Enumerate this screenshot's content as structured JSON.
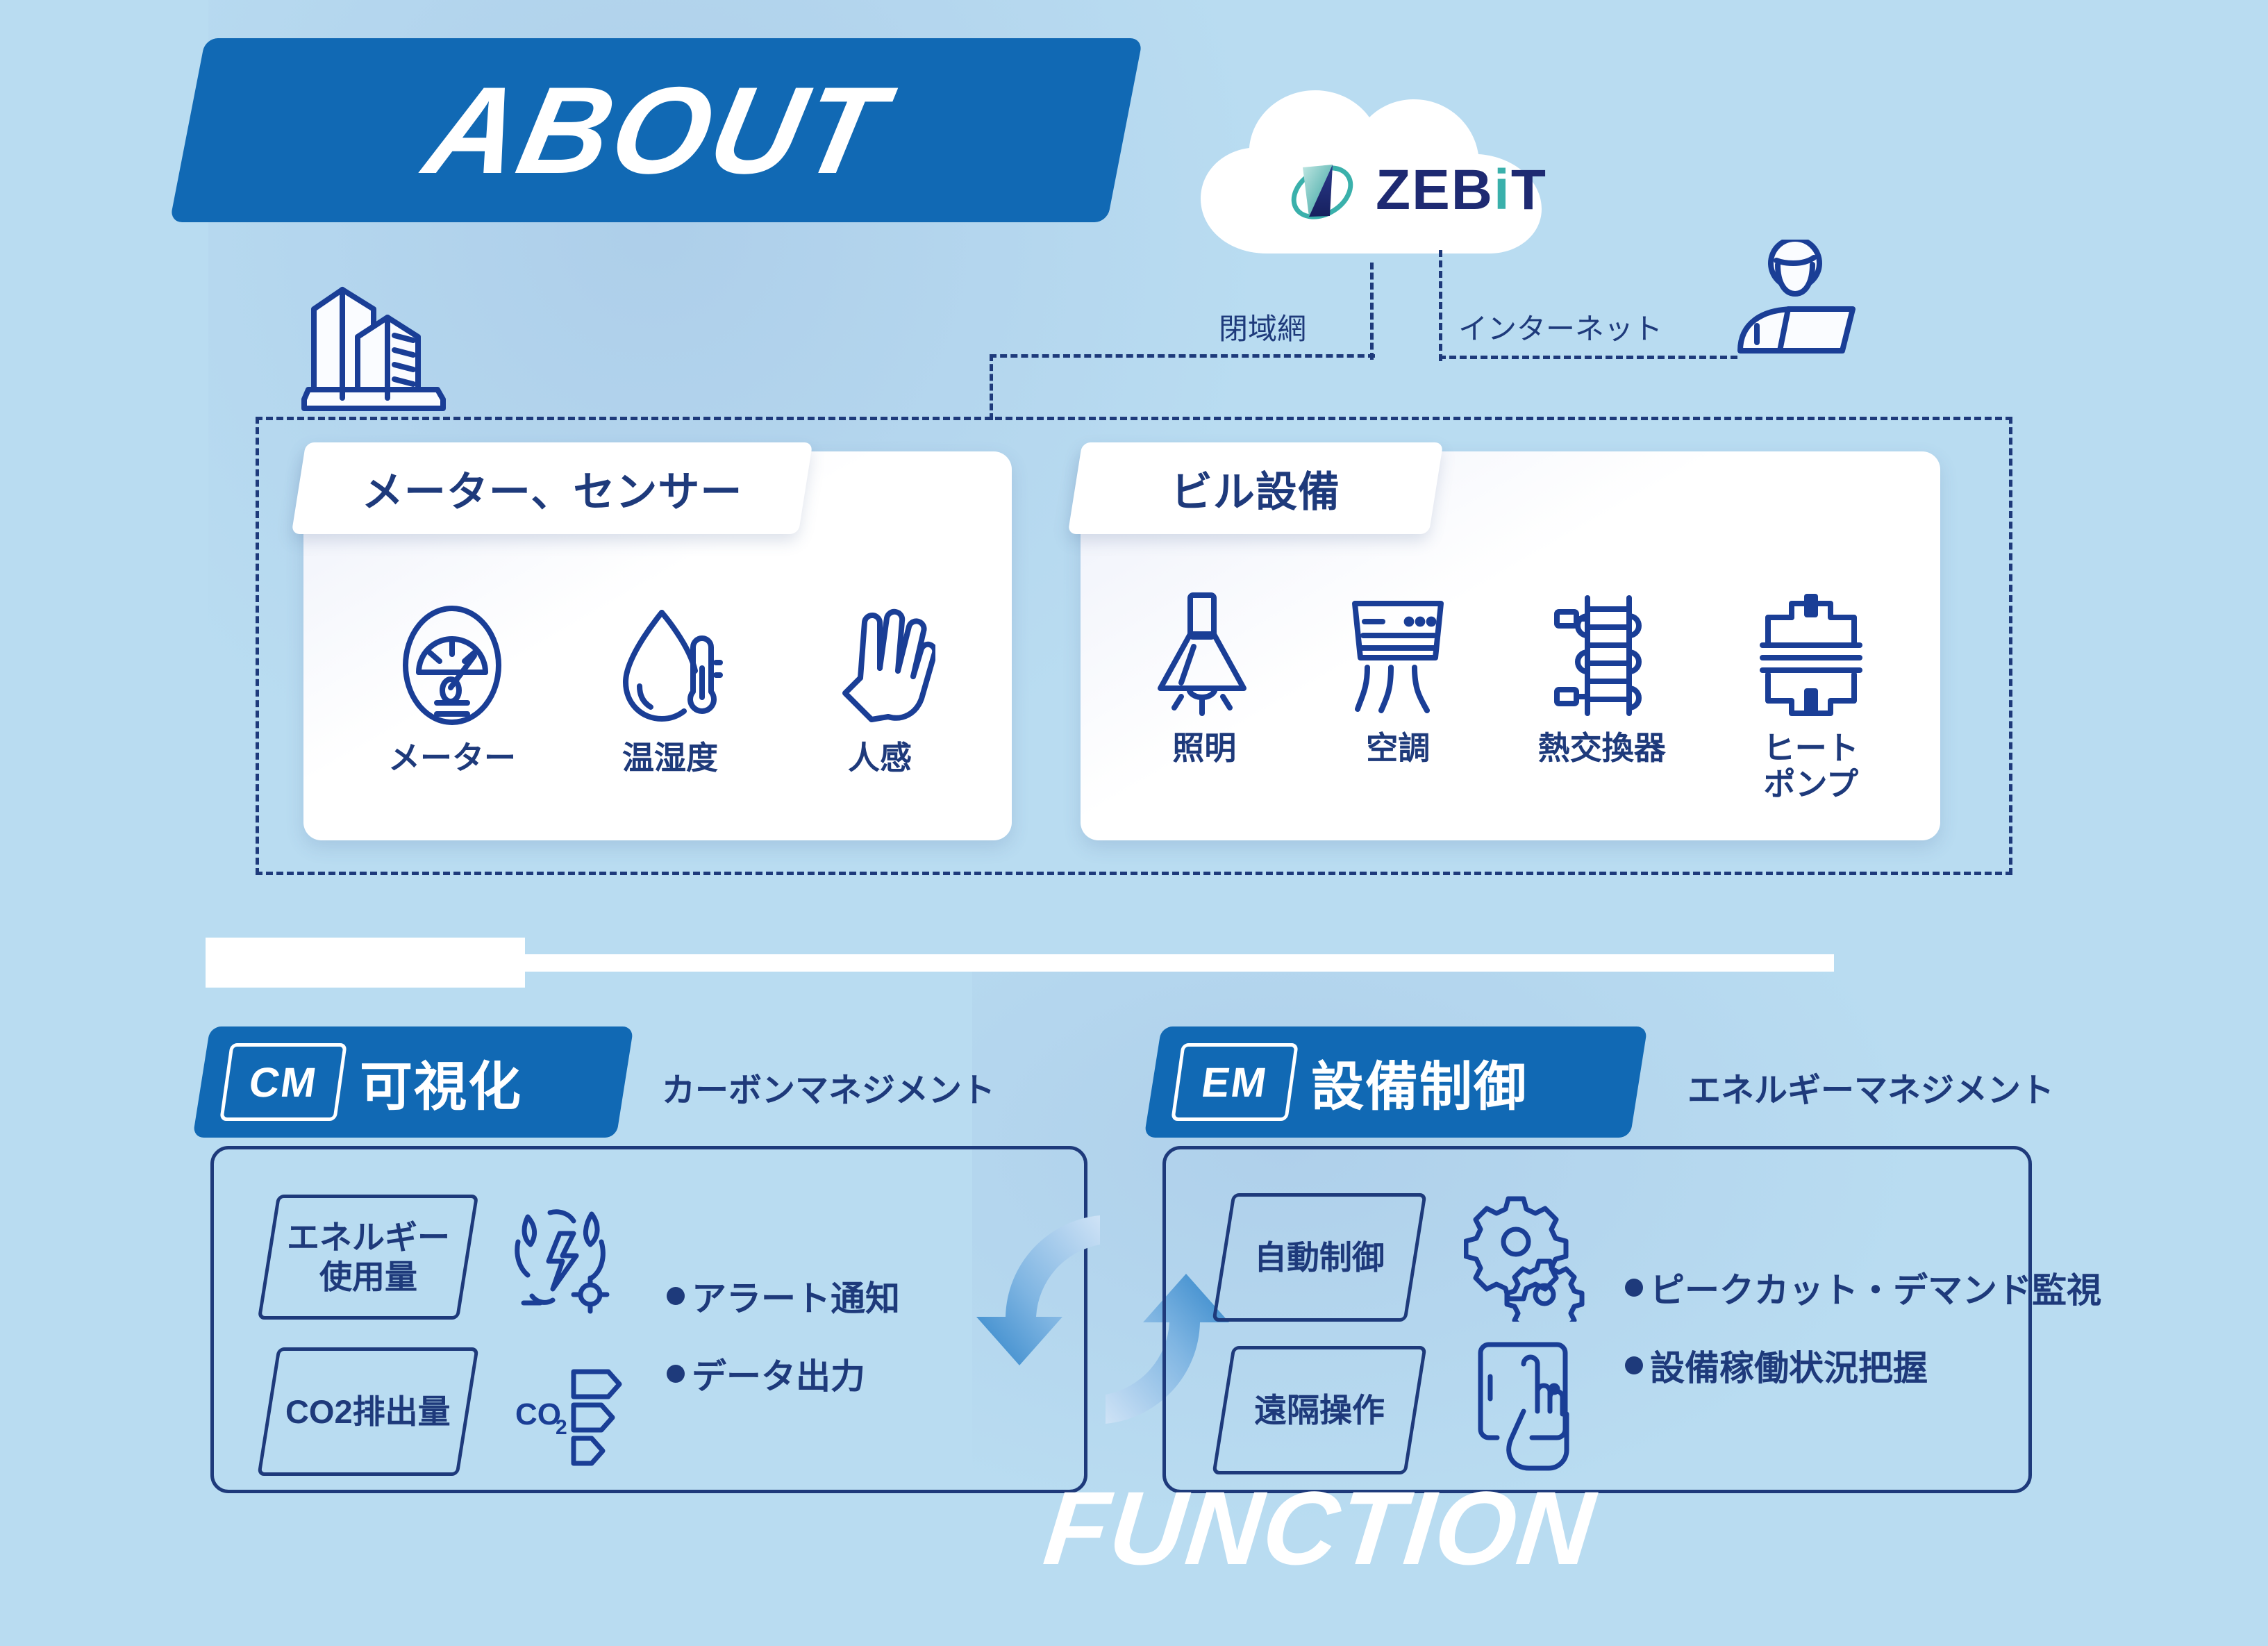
{
  "theme": {
    "background": "#b9dcf1",
    "brand_blue": "#1169b4",
    "navy": "#1e3a7b",
    "white": "#ffffff",
    "teal": "#3ab0ab",
    "logo_navy": "#1e2a72"
  },
  "banner": {
    "about_label": "ABOUT",
    "function_label": "FUNCTION"
  },
  "cloud": {
    "logo_text": "ZEBiT",
    "mark_name": "zebit-logomark"
  },
  "network": {
    "closed_label": "閉域網",
    "internet_label": "インターネット"
  },
  "about": {
    "building_icon": "office-buildings-icon",
    "person_icon": "person-with-laptop-icon",
    "cards": [
      {
        "title": "メーター、センサー",
        "items": [
          {
            "label": "メーター",
            "icon": "gauge-meter-icon"
          },
          {
            "label": "温湿度",
            "icon": "droplet-thermometer-icon"
          },
          {
            "label": "人感",
            "icon": "hand-motion-sensor-icon"
          }
        ]
      },
      {
        "title": "ビル設備",
        "items": [
          {
            "label": "照明",
            "icon": "pendant-light-icon"
          },
          {
            "label": "空調",
            "icon": "air-conditioner-icon"
          },
          {
            "label": "熱交換器",
            "icon": "heat-exchanger-icon"
          },
          {
            "label": "ヒート\nポンプ",
            "icon": "heat-pump-icon"
          }
        ]
      }
    ]
  },
  "function": {
    "cm": {
      "badge": "CM",
      "title": "可視化",
      "subtitle": "カーボンマネジメント",
      "chips": [
        {
          "label": "エネルギー\n使用量",
          "icon": "energy-usage-icon"
        },
        {
          "label": "CO2排出量",
          "icon": "co2-emission-icon"
        }
      ],
      "bullets": [
        "アラート通知",
        "データ出力"
      ]
    },
    "em": {
      "badge": "EM",
      "title": "設備制御",
      "subtitle": "エネルギーマネジメント",
      "chips": [
        {
          "label": "自動制御",
          "icon": "gears-icon"
        },
        {
          "label": "遠隔操作",
          "icon": "tablet-touch-icon"
        }
      ],
      "bullets": [
        "ピークカット・デマンド監視",
        "設備稼働状況把握"
      ]
    },
    "cycle_icon": "circular-arrows-icon"
  }
}
